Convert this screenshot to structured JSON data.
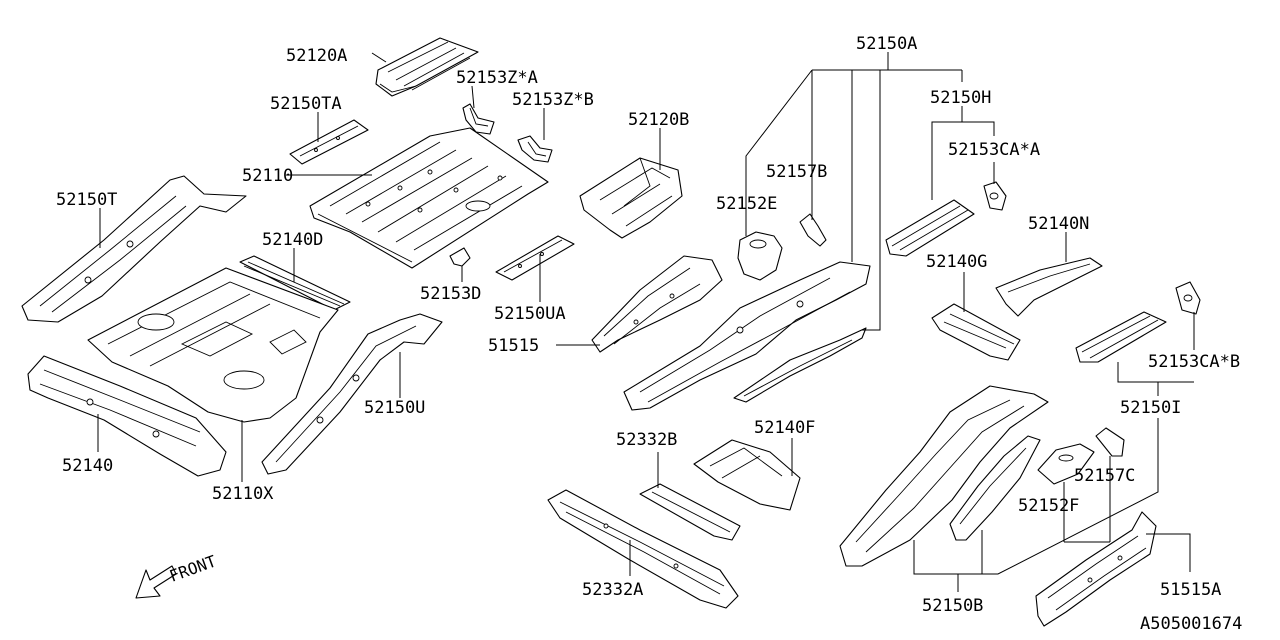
{
  "labels": {
    "p52120A": "52120A",
    "p52153ZA": "52153Z*A",
    "p52153ZB": "52153Z*B",
    "p52150TA": "52150TA",
    "p52120B": "52120B",
    "p52110": "52110",
    "p52150T": "52150T",
    "p52140D": "52140D",
    "p52153D": "52153D",
    "p52150UA": "52150UA",
    "p51515": "51515",
    "p52150U": "52150U",
    "p52140": "52140",
    "p52110X": "52110X",
    "p52150A": "52150A",
    "p52150H": "52150H",
    "p52153CAA": "52153CA*A",
    "p52157B": "52157B",
    "p52152E": "52152E",
    "p52140N": "52140N",
    "p52140G": "52140G",
    "p52153CAB": "52153CA*B",
    "p52150I": "52150I",
    "p52332B": "52332B",
    "p52140F": "52140F",
    "p52157C": "52157C",
    "p52152F": "52152F",
    "p52332A": "52332A",
    "p52150B": "52150B",
    "p51515A": "51515A"
  },
  "front_indicator": "FRONT",
  "diagram_id": "A505001674"
}
